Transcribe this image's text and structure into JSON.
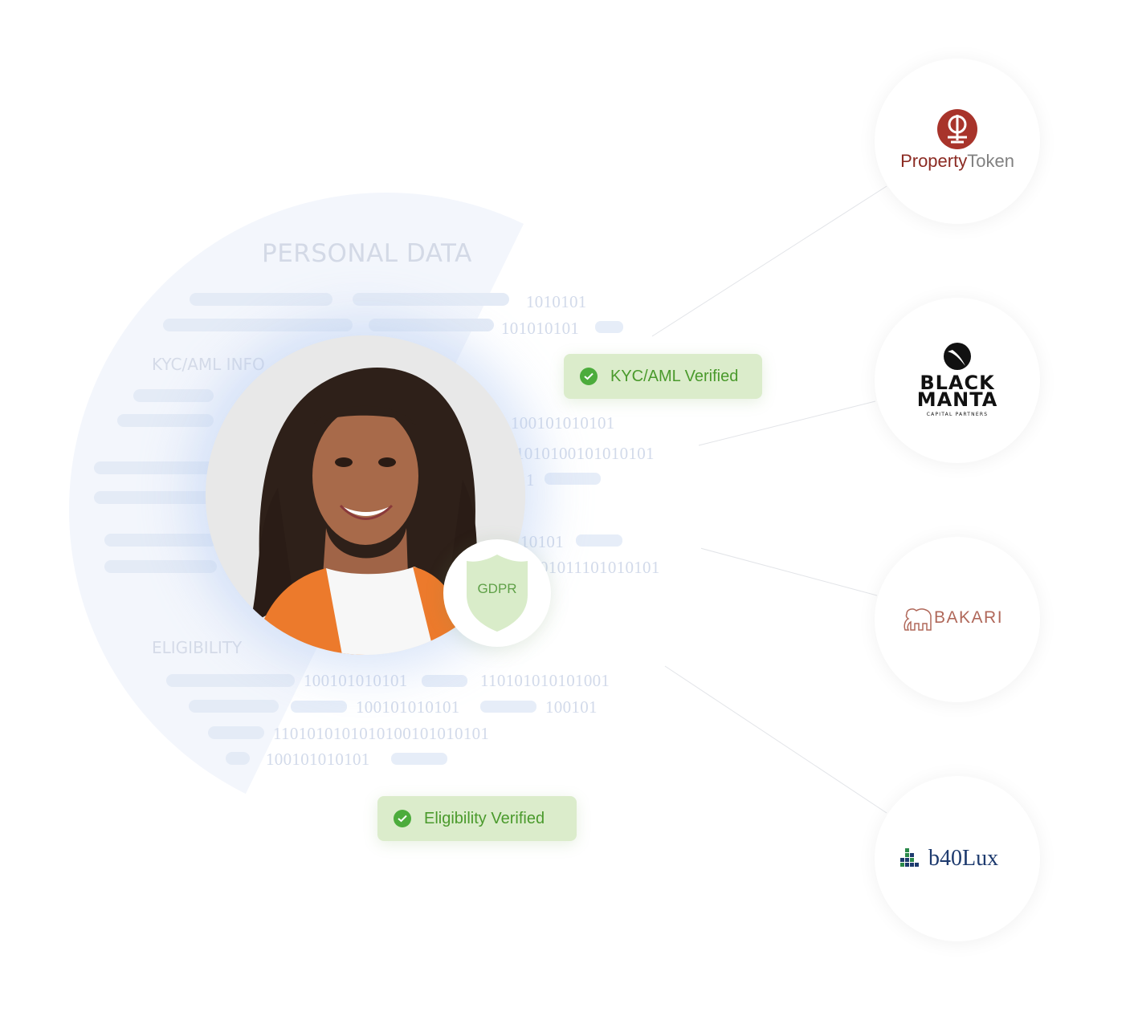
{
  "sections": {
    "personal_data": "PERSONAL DATA",
    "kyc_aml_info": "KYC/AML INFO",
    "eligibility": "ELIGIBILITY"
  },
  "binary": {
    "r1": "1010101",
    "r2": "101010101",
    "r3": "100101010101",
    "r4": "1010100101010101",
    "r5": "1",
    "r6": "10101",
    "r7": "01011101010101",
    "e1a": "100101010101",
    "e1b": "110101010101001",
    "e2a": "100101010101",
    "e2b": "100101",
    "e3": "1101010101010100101010101",
    "e4": "100101010101"
  },
  "shield_label": "GDPR",
  "badges": {
    "kyc": "KYC/AML Verified",
    "eligibility": "Eligibility Verified"
  },
  "partners": {
    "property_token_a": "Property",
    "property_token_b": "Token",
    "black_manta_1": "BLACK",
    "black_manta_2": "MANTA",
    "black_manta_sub": "CAPITAL PARTNERS",
    "bakari": "BAKARI",
    "b40lux": "b40Lux"
  },
  "colors": {
    "check_green": "#4cac3c",
    "badge_bg": "#dbeccb",
    "section_bg": "#f3f6fc",
    "bar": "#e4ebf6",
    "property_token_red": "#8b2a22",
    "bakari_brown": "#b0685a",
    "b40lux_navy": "#1d3a6e"
  },
  "icons": [
    "check-icon",
    "shield-icon",
    "property-token-logo-icon",
    "black-manta-logo-icon",
    "bakari-elephant-icon",
    "b40lux-logo-icon"
  ]
}
